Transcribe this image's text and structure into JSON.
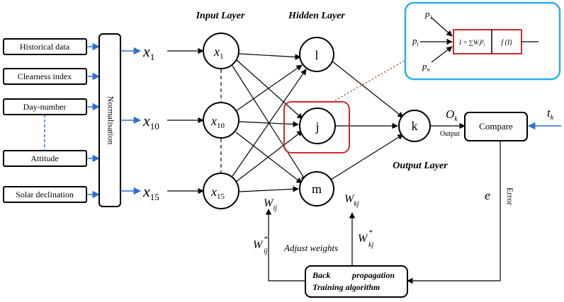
{
  "inputs": [
    "Historical data",
    "Clearness index",
    "Day-number",
    "Attitude",
    "Solar declination"
  ],
  "normalisation": "Normalisation",
  "x_labels": [
    {
      "base": "x",
      "sub": "1"
    },
    {
      "base": "x",
      "sub": "10"
    },
    {
      "base": "x",
      "sub": "15"
    }
  ],
  "layer_titles": {
    "input": "Input Layer",
    "hidden": "Hidden Layer",
    "output": "Output Layer"
  },
  "input_nodes": [
    {
      "base": "x",
      "sub": "1"
    },
    {
      "base": "x",
      "sub": "10"
    },
    {
      "base": "x",
      "sub": "15"
    }
  ],
  "hidden_nodes": [
    "l",
    "j",
    "m"
  ],
  "output_node": "k",
  "output_symbol": {
    "base": "O",
    "sub": "k"
  },
  "output_label": "Output",
  "compare": "Compare",
  "target": {
    "base": "t",
    "sub": "k"
  },
  "error_symbol": "e",
  "error_label": "Error",
  "weights": {
    "w_ij": {
      "base": "W",
      "sub": "ij"
    },
    "w_kj": {
      "base": "W",
      "sub": "kj"
    },
    "w_ij_star": {
      "base": "W",
      "sub": "ij",
      "sup": "*"
    },
    "w_kj_star": {
      "base": "W",
      "sub": "kj",
      "sup": "*"
    }
  },
  "adjust_weights": "Adjust weights",
  "backprop": {
    "line1a": "Back",
    "line1b": "propagation",
    "line2": "Training algorithm"
  },
  "neuron_detail": {
    "p1": {
      "base": "p",
      "sub": "1"
    },
    "pi": {
      "base": "p",
      "sub": "i"
    },
    "pn": {
      "base": "p",
      "sub": "n"
    },
    "sum": "I = ∑W",
    "sum_sub1": "i",
    "sum_p": "P",
    "sum_sub2": "i",
    "act": "f (I)"
  },
  "colors": {
    "blue": "#2f6fd0",
    "red": "#cc2a2a",
    "cyan": "#29b0e8",
    "brown": "#a0522d"
  }
}
